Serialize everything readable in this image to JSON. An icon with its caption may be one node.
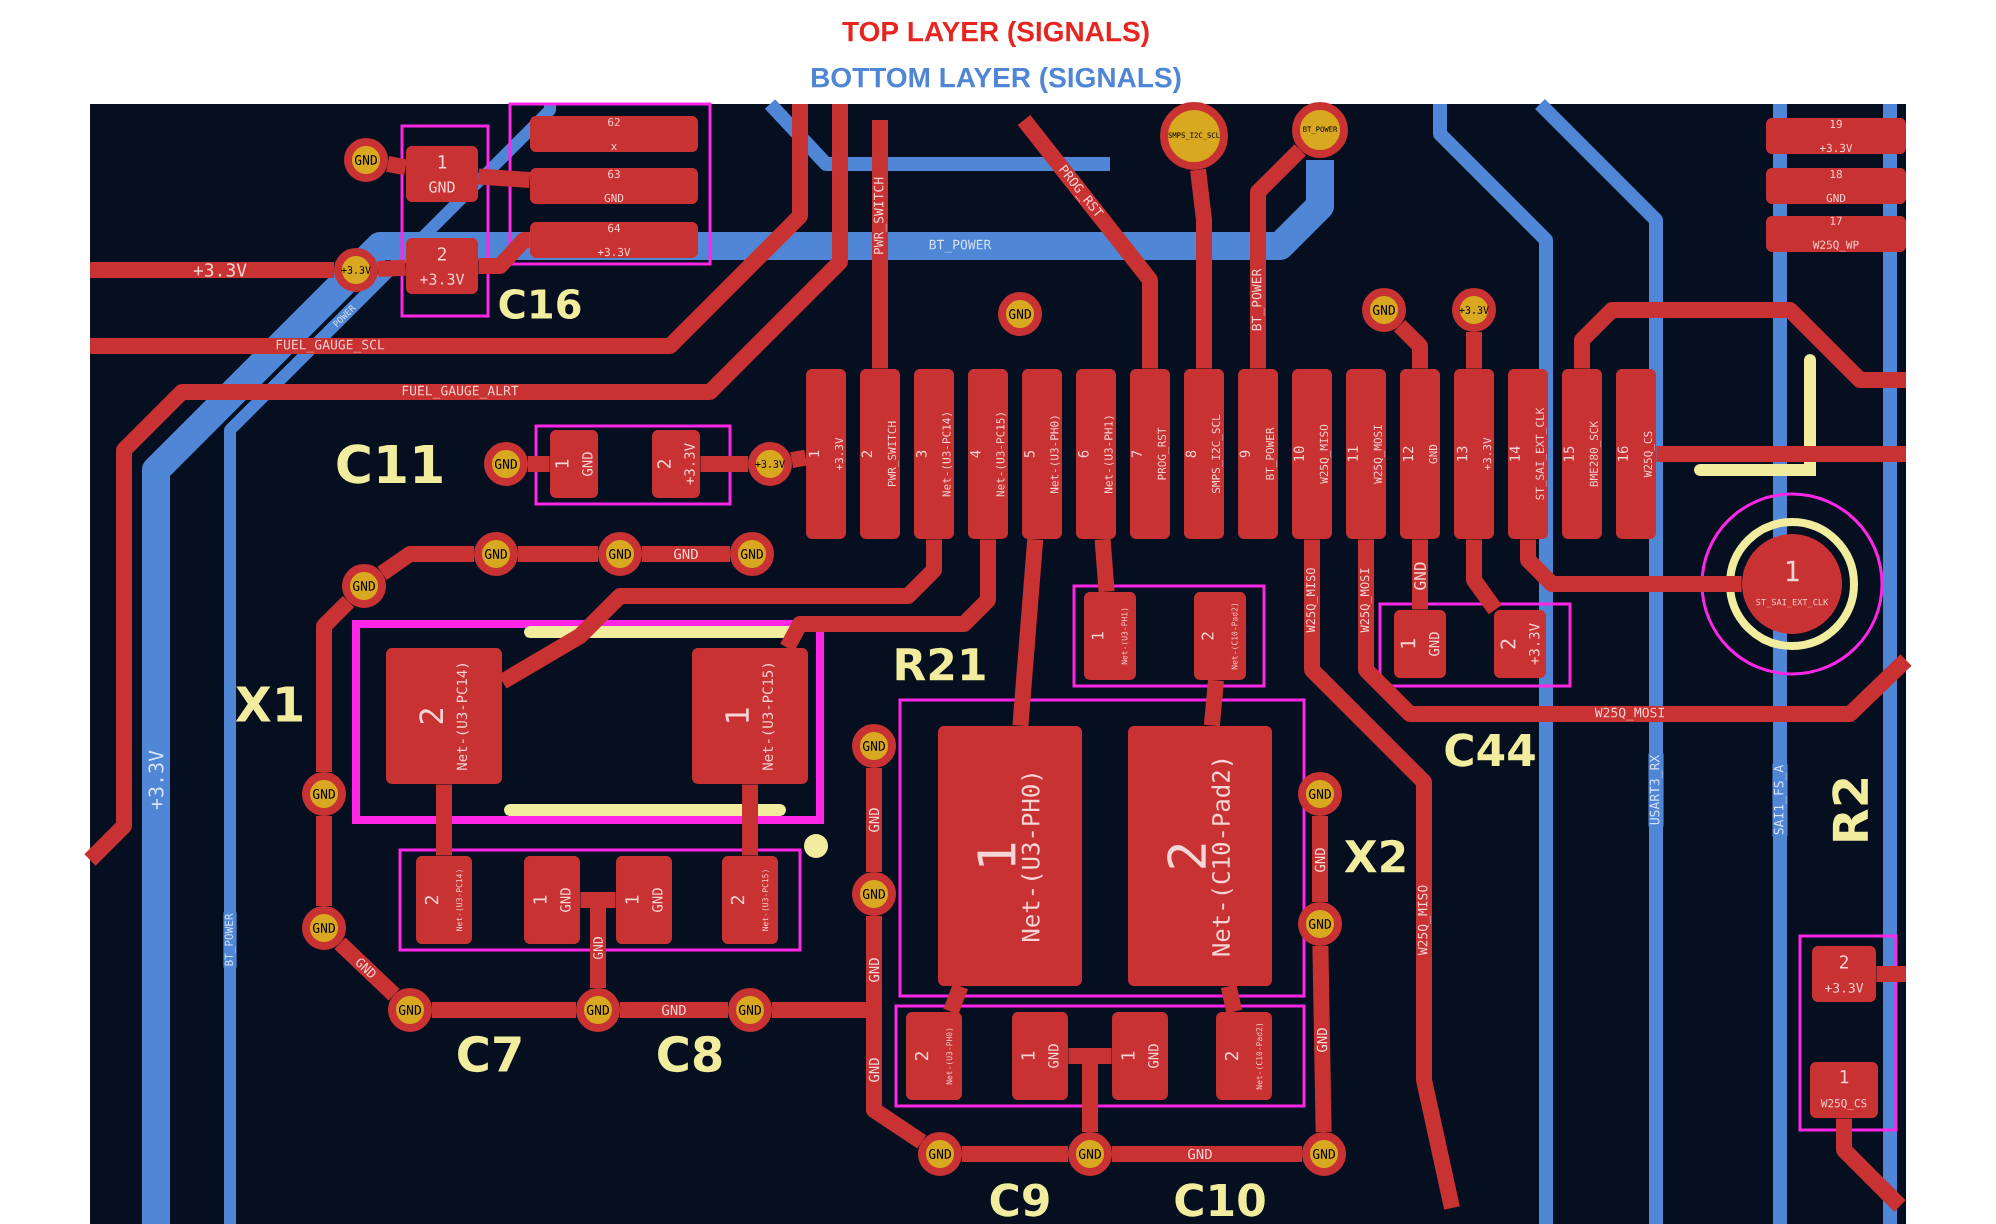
{
  "diagram": {
    "nodes": [
      {
        "text": [
          "1",
          "+3.3V"
        ]
      },
      {
        "text": [
          "2",
          "PWR_SWITCH"
        ]
      },
      {
        "text": [
          "3",
          "Net-(U3-PC14)"
        ]
      },
      {
        "text": [
          "4",
          "Net-(U3-PC15)"
        ]
      },
      {
        "text": [
          "5",
          "Net-(U3-PH0)"
        ]
      },
      {
        "text": [
          "6",
          "Net-(U3-PH1)"
        ]
      },
      {
        "text": [
          "7",
          "PROG_RST"
        ]
      },
      {
        "text": [
          "8",
          "SMPS_I2C_SCL"
        ]
      },
      {
        "text": [
          "9",
          "BT_POWER"
        ]
      },
      {
        "text": [
          "10",
          "W25Q_MISO"
        ]
      },
      {
        "text": [
          "11",
          "W25Q_MOSI"
        ]
      },
      {
        "text": [
          "12",
          "GND"
        ]
      },
      {
        "text": [
          "13",
          "+3.3V"
        ]
      },
      {
        "text": [
          "14",
          "ST_SAI_EXT_CLK"
        ]
      },
      {
        "text": [
          "15",
          "BME280_SCK"
        ]
      },
      {
        "text": [
          "16",
          "W25Q_CS"
        ]
      },
      {
        "text": [
          "62",
          "x"
        ]
      },
      {
        "text": [
          "63",
          "GND"
        ]
      },
      {
        "text": [
          "64",
          "+3.3V"
        ]
      },
      {
        "text": [
          "19",
          "+3.3V"
        ]
      },
      {
        "text": [
          "18",
          "GND"
        ]
      },
      {
        "text": [
          "17",
          "W25Q_WP"
        ]
      },
      {
        "text": [
          "1",
          "GND"
        ]
      },
      {
        "text": [
          "2",
          "+3.3V"
        ]
      },
      {
        "text": [
          "1",
          "GND"
        ]
      },
      {
        "text": [
          "2",
          "+3.3V"
        ]
      },
      {
        "text": [
          "2",
          "Net-(U3-PC14)"
        ]
      },
      {
        "text": [
          "1",
          "Net-(U3-PC15)"
        ]
      },
      {
        "text": [
          "2",
          "Net-(U3-PC14)"
        ]
      },
      {
        "text": [
          "1",
          "GND"
        ]
      },
      {
        "text": [
          "1",
          "GND"
        ]
      },
      {
        "text": [
          "2",
          "Net-(U3-PC15)"
        ]
      },
      {
        "text": [
          "1",
          "Net-(U3-PH1)"
        ]
      },
      {
        "text": [
          "2",
          "Net-(C10-Pad2)"
        ]
      },
      {
        "text": [
          "1",
          "Net-(U3-PH0)"
        ]
      },
      {
        "text": [
          "2",
          "Net-(C10-Pad2)"
        ]
      },
      {
        "text": [
          "2",
          "Net-(U3-PH0)"
        ]
      },
      {
        "text": [
          "1",
          "GND"
        ]
      },
      {
        "text": [
          "1",
          "GND"
        ]
      },
      {
        "text": [
          "2",
          "Net-(C10-Pad2)"
        ]
      },
      {
        "text": [
          "1",
          "GND"
        ]
      },
      {
        "text": [
          "2",
          "+3.3V"
        ]
      },
      {
        "text": [
          "1",
          "ST_SAI_EXT_CLK"
        ]
      },
      {
        "text": [
          "2",
          "+3.3V"
        ]
      },
      {
        "text": [
          "1",
          "W25Q_CS"
        ]
      },
      {
        "text": [
          "GND"
        ]
      },
      {
        "text": [
          "+3.3V"
        ]
      },
      {
        "text": [
          "SMPS_I2C_SCL"
        ]
      },
      {
        "text": [
          "BT_POWER"
        ]
      },
      {
        "text": [
          "GND"
        ]
      },
      {
        "text": [
          "GND"
        ]
      },
      {
        "text": [
          "+3.3V"
        ]
      },
      {
        "text": [
          "GND"
        ]
      },
      {
        "text": [
          "+3.3V"
        ]
      },
      {
        "text": [
          "GND"
        ]
      },
      {
        "text": [
          "GND"
        ]
      },
      {
        "text": [
          "GND"
        ]
      },
      {
        "text": [
          "GND"
        ]
      },
      {
        "text": [
          "GND"
        ]
      },
      {
        "text": [
          "GND"
        ]
      },
      {
        "text": [
          "GND"
        ]
      },
      {
        "text": [
          "GND"
        ]
      },
      {
        "text": [
          "GND"
        ]
      },
      {
        "text": [
          "GND"
        ]
      },
      {
        "text": [
          "GND"
        ]
      },
      {
        "text": [
          "GND"
        ]
      },
      {
        "text": [
          "GND"
        ]
      },
      {
        "text": [
          "GND"
        ]
      },
      {
        "text": [
          "GND"
        ]
      },
      {
        "text": [
          "GND"
        ]
      }
    ],
    "edges": [
      {
        "from": 45,
        "to": 22,
        "arrow": "none"
      },
      {
        "from": 46,
        "to": 23,
        "arrow": "none"
      },
      {
        "from": 22,
        "to": 17,
        "arrow": "none"
      },
      {
        "from": 23,
        "to": 18,
        "arrow": "none"
      },
      {
        "from": 52,
        "to": 24,
        "arrow": "none"
      },
      {
        "from": 25,
        "to": 53,
        "arrow": "none"
      },
      {
        "from": 53,
        "to": 0,
        "arrow": "none"
      },
      {
        "from": 1,
        "to": null,
        "arrow": "none",
        "label": "PWR_SWITCH"
      },
      {
        "from": 6,
        "to": null,
        "arrow": "none",
        "label": "PROG_RST"
      },
      {
        "from": 47,
        "to": 7,
        "arrow": "none"
      },
      {
        "from": 48,
        "to": 8,
        "arrow": "none",
        "label": "BT_POWER"
      },
      {
        "from": 50,
        "to": 11,
        "arrow": "none"
      },
      {
        "from": 11,
        "to": 40,
        "arrow": "none",
        "label": "GND"
      },
      {
        "from": 51,
        "to": 12,
        "arrow": "none"
      },
      {
        "from": 12,
        "to": 41,
        "arrow": "none"
      },
      {
        "from": 13,
        "to": 42,
        "arrow": "none"
      },
      {
        "from": 14,
        "to": null,
        "arrow": "none"
      },
      {
        "from": 15,
        "to": null,
        "arrow": "none"
      },
      {
        "from": 9,
        "to": null,
        "arrow": "none",
        "label": "W25Q_MISO"
      },
      {
        "from": 10,
        "to": null,
        "arrow": "none",
        "label": "W25Q_MOSI"
      },
      {
        "from": 2,
        "to": 26,
        "arrow": "none"
      },
      {
        "from": 26,
        "to": 28,
        "arrow": "none"
      },
      {
        "from": 3,
        "to": 27,
        "arrow": "none"
      },
      {
        "from": 27,
        "to": 31,
        "arrow": "none"
      },
      {
        "from": 4,
        "to": 34,
        "arrow": "none"
      },
      {
        "from": 34,
        "to": 36,
        "arrow": "none"
      },
      {
        "from": 5,
        "to": 32,
        "arrow": "none"
      },
      {
        "from": 33,
        "to": 35,
        "arrow": "none"
      },
      {
        "from": 35,
        "to": 39,
        "arrow": "none"
      },
      {
        "from": 29,
        "to": 61,
        "arrow": "none",
        "label": "GND"
      },
      {
        "from": 30,
        "to": 61,
        "arrow": "none"
      },
      {
        "from": 37,
        "to": 68,
        "arrow": "none"
      },
      {
        "from": 38,
        "to": 68,
        "arrow": "none"
      },
      {
        "from": 57,
        "to": 58,
        "arrow": "none"
      },
      {
        "from": 58,
        "to": 59,
        "arrow": "none"
      },
      {
        "from": 59,
        "to": 60,
        "arrow": "none",
        "label": "GND"
      },
      {
        "from": 60,
        "to": 61,
        "arrow": "none"
      },
      {
        "from": 61,
        "to": 62,
        "arrow": "none",
        "label": "GND"
      },
      {
        "from": 54,
        "to": 55,
        "arrow": "none"
      },
      {
        "from": 55,
        "to": 56,
        "arrow": "none",
        "label": "GND"
      },
      {
        "from": 63,
        "to": 64,
        "arrow": "none",
        "label": "GND"
      },
      {
        "from": 64,
        "to": 67,
        "arrow": "none",
        "label": "GND"
      },
      {
        "from": 67,
        "to": 68,
        "arrow": "none"
      },
      {
        "from": 68,
        "to": 69,
        "arrow": "none",
        "label": "GND"
      },
      {
        "from": 69,
        "to": 66,
        "arrow": "none",
        "label": "GND"
      },
      {
        "from": 66,
        "to": 65,
        "arrow": "none",
        "label": "GND"
      },
      {
        "from": 44,
        "to": null,
        "arrow": "none"
      },
      {
        "from": 43,
        "to": null,
        "arrow": "none"
      },
      {
        "from": 57,
        "to": 54,
        "arrow": "none"
      },
      {
        "from": 62,
        "to": 64,
        "arrow": "none"
      },
      {
        "from": null,
        "to": 46,
        "arrow": "none",
        "label": "+3.3V"
      }
    ],
    "labels": [
      "TOP LAYER (SIGNALS)",
      "BOTTOM LAYER (SIGNALS)",
      "FUEL_GAUGE_SCL",
      "FUEL_GAUGE_ALRT",
      "BT_POWER",
      "POWER",
      "+3.3V",
      "BT_POWER",
      "USART3_RX",
      "SAI1_FS_A",
      "W25Q_MOSI",
      "W25Q_MISO",
      "GND",
      "C16",
      "C11",
      "X1",
      "R21",
      "C44",
      "X2",
      "R2",
      "C7",
      "C8",
      "C9",
      "C10"
    ]
  }
}
